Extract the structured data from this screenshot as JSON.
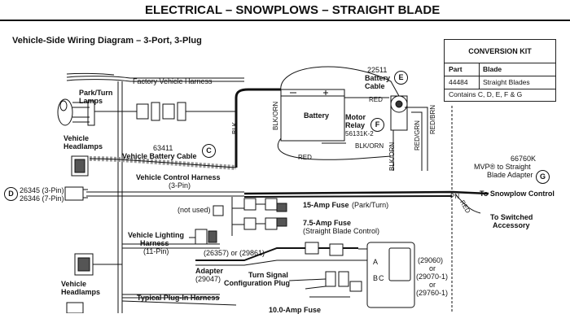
{
  "header": {
    "title": "ELECTRICAL – SNOWPLOWS – STRAIGHT BLADE",
    "diagram_title": "Vehicle-Side Wiring Diagram – 3-Port, 3-Plug"
  },
  "conversion_kit": {
    "title": "CONVERSION KIT",
    "col_part": "Part",
    "col_blade": "Blade",
    "part": "44484",
    "blade": "Straight Blades",
    "contains": "Contains C, D, E, F & G"
  },
  "labels": {
    "factory_harness": "Factory Vehicle Harness",
    "park_turn_1": "Park/Turn",
    "park_turn_2": "Lamps",
    "headlamps_1": "Vehicle",
    "headlamps_2": "Headlamps",
    "cable_num": "63411",
    "battery_cable": "Vehicle Battery Cable",
    "control_harness": "Vehicle Control Harness",
    "control_harness_pin": "(3-Pin)",
    "part_d_1": "26345 (3-Pin)",
    "part_d_2": "26346 (7-Pin)",
    "battery": "Battery",
    "battery_cable_num": "22511",
    "battery_cable_1": "Battery",
    "battery_cable_2": "Cable",
    "motor_relay_1": "Motor",
    "motor_relay_2": "Relay",
    "motor_relay_num": "56131K-2",
    "wire_red_top": "RED",
    "wire_red_mid": "RED",
    "wire_blk": "BLK",
    "wire_blk_orn_1": "BLK/ORN",
    "wire_blk_orn_2": "BLK/ORN",
    "wire_blk_orn_3": "BLK/ORN",
    "wire_red_brn": "RED/BRN",
    "wire_red_grn": "RED/GRN",
    "wire_red_bottom": "RED",
    "wire_pn": "PN",
    "adapter_num": "66760K",
    "adapter_1": "MVP® to Straight",
    "adapter_2": "Blade Adapter",
    "to_snowplow": "To Snowplow Control",
    "to_switched_1": "To Switched",
    "to_switched_2": "Accessory",
    "not_used": "(not used)",
    "fuse15": "15-Amp Fuse",
    "fuse15_desc": "(Park/Turn)",
    "fuse75": "7.5-Amp Fuse",
    "fuse75_desc": "(Straight Blade Control)",
    "lighting_1": "Vehicle Lighting",
    "lighting_2": "Harness",
    "lighting_3": "(11-Pin)",
    "part_26357": "(26357) or (29861)",
    "adapter_label": "Adapter",
    "adapter_part": "(29047)",
    "turn_signal_1": "Turn Signal",
    "turn_signal_2": "Configuration Plug",
    "plugin_harness": "Typical Plug-In Harness",
    "fuse10": "10.0-Amp Fuse",
    "module_a": "A",
    "module_b": "B",
    "module_c": "C",
    "part_29060": "(29060)",
    "or_1": "or",
    "part_29070": "(29070-1)",
    "or_2": "or",
    "part_29760": "(29760-1)"
  },
  "callouts": {
    "c": "C",
    "d": "D",
    "e": "E",
    "f": "F",
    "g": "G"
  }
}
